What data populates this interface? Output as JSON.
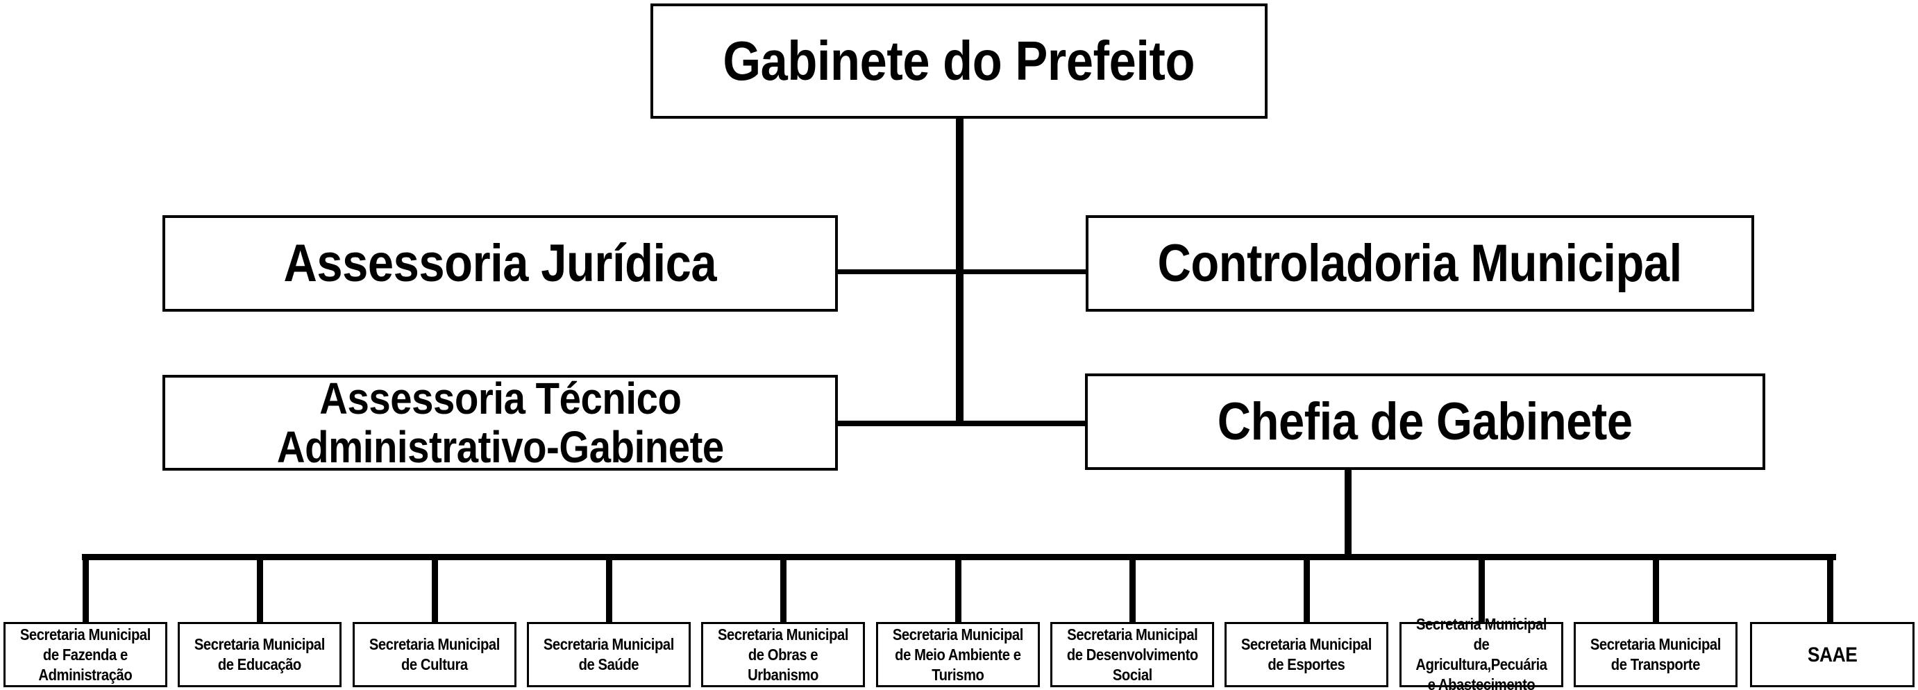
{
  "diagram_type": "org-chart",
  "colors": {
    "background": "#ffffff",
    "box_fill": "#ffffff",
    "box_border": "#000000",
    "connector": "#000000",
    "text": "#000000"
  },
  "nodes": {
    "root": {
      "label": "Gabinete do Prefeito"
    },
    "level2": [
      {
        "id": "assessoria-juridica",
        "label": "Assessoria Jurídica"
      },
      {
        "id": "controladoria-municipal",
        "label": "Controladoria Municipal"
      }
    ],
    "level3": [
      {
        "id": "assessoria-tecnico-administrativo-gabinete",
        "label": "Assessoria Técnico\nAdministrativo-Gabinete"
      },
      {
        "id": "chefia-de-gabinete",
        "label": "Chefia de Gabinete"
      }
    ],
    "secretariats": [
      {
        "id": "fazenda-administracao",
        "label": "Secretaria Municipal\nde Fazenda e\nAdministração"
      },
      {
        "id": "educacao",
        "label": "Secretaria Municipal\nde Educação"
      },
      {
        "id": "cultura",
        "label": "Secretaria Municipal\nde Cultura"
      },
      {
        "id": "saude",
        "label": "Secretaria Municipal\nde Saúde"
      },
      {
        "id": "obras-urbanismo",
        "label": "Secretaria Municipal\nde Obras e Urbanismo"
      },
      {
        "id": "meio-ambiente-turismo",
        "label": "Secretaria Municipal\nde Meio Ambiente e\nTurismo"
      },
      {
        "id": "desenvolvimento-social",
        "label": "Secretaria Municipal\nde Desenvolvimento\nSocial"
      },
      {
        "id": "esportes",
        "label": "Secretaria Municipal\nde Esportes"
      },
      {
        "id": "agricultura-pecuaria-abastecimento",
        "label": "Secretaria Municipal de\nAgricultura,Pecuária\ne Abastecimento"
      },
      {
        "id": "transporte",
        "label": "Secretaria Municipal\nde Transporte"
      },
      {
        "id": "saae",
        "label": "SAAE"
      }
    ]
  }
}
